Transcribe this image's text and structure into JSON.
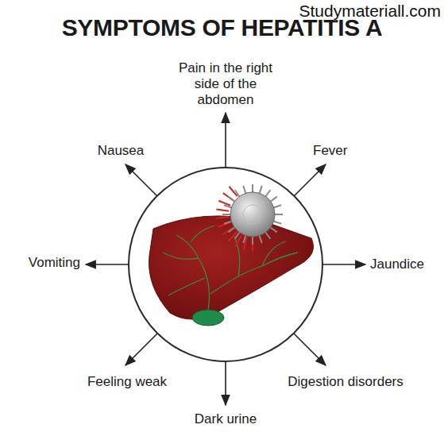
{
  "diagram": {
    "title": "SYMPTOMS OF HEPATITIS A",
    "labels": [
      "Studymateriall.com",
      "Pain in the right side of the abdomen",
      "Fever",
      "Jaundice",
      "Digestion disorders",
      "Dark urine",
      "Feeling weak",
      "Vomiting",
      "Nausea"
    ]
  }
}
